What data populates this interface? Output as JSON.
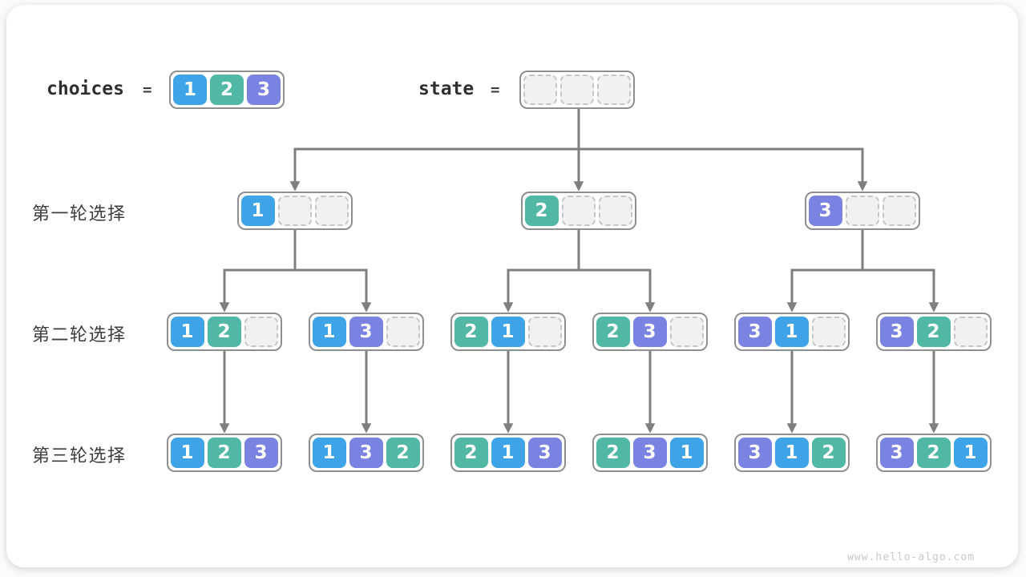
{
  "page": {
    "watermark": "www.hello-algo.com"
  },
  "legend": {
    "choices_label": "choices",
    "equals": "=",
    "choices_values": [
      1,
      2,
      3
    ],
    "state_label": "state",
    "state_cells": 3
  },
  "rows": [
    {
      "label": "第一轮选择"
    },
    {
      "label": "第二轮选择"
    },
    {
      "label": "第三轮选择"
    }
  ],
  "tree": {
    "level1": [
      [
        1,
        null,
        null
      ],
      [
        2,
        null,
        null
      ],
      [
        3,
        null,
        null
      ]
    ],
    "level2": [
      [
        1,
        2,
        null
      ],
      [
        1,
        3,
        null
      ],
      [
        2,
        1,
        null
      ],
      [
        2,
        3,
        null
      ],
      [
        3,
        1,
        null
      ],
      [
        3,
        2,
        null
      ]
    ],
    "level3": [
      [
        1,
        2,
        3
      ],
      [
        1,
        3,
        2
      ],
      [
        2,
        1,
        3
      ],
      [
        2,
        3,
        1
      ],
      [
        3,
        1,
        2
      ],
      [
        3,
        2,
        1
      ]
    ]
  },
  "colors": {
    "cells": {
      "1": "#3fa3e8",
      "2": "#50b8a5",
      "3": "#7b83e2"
    },
    "arrow": "#7f7f7f",
    "box_border": "#8f8f8f",
    "empty_cell_fill": "#f1f1f2",
    "empty_cell_border": "#c6c6c8"
  }
}
